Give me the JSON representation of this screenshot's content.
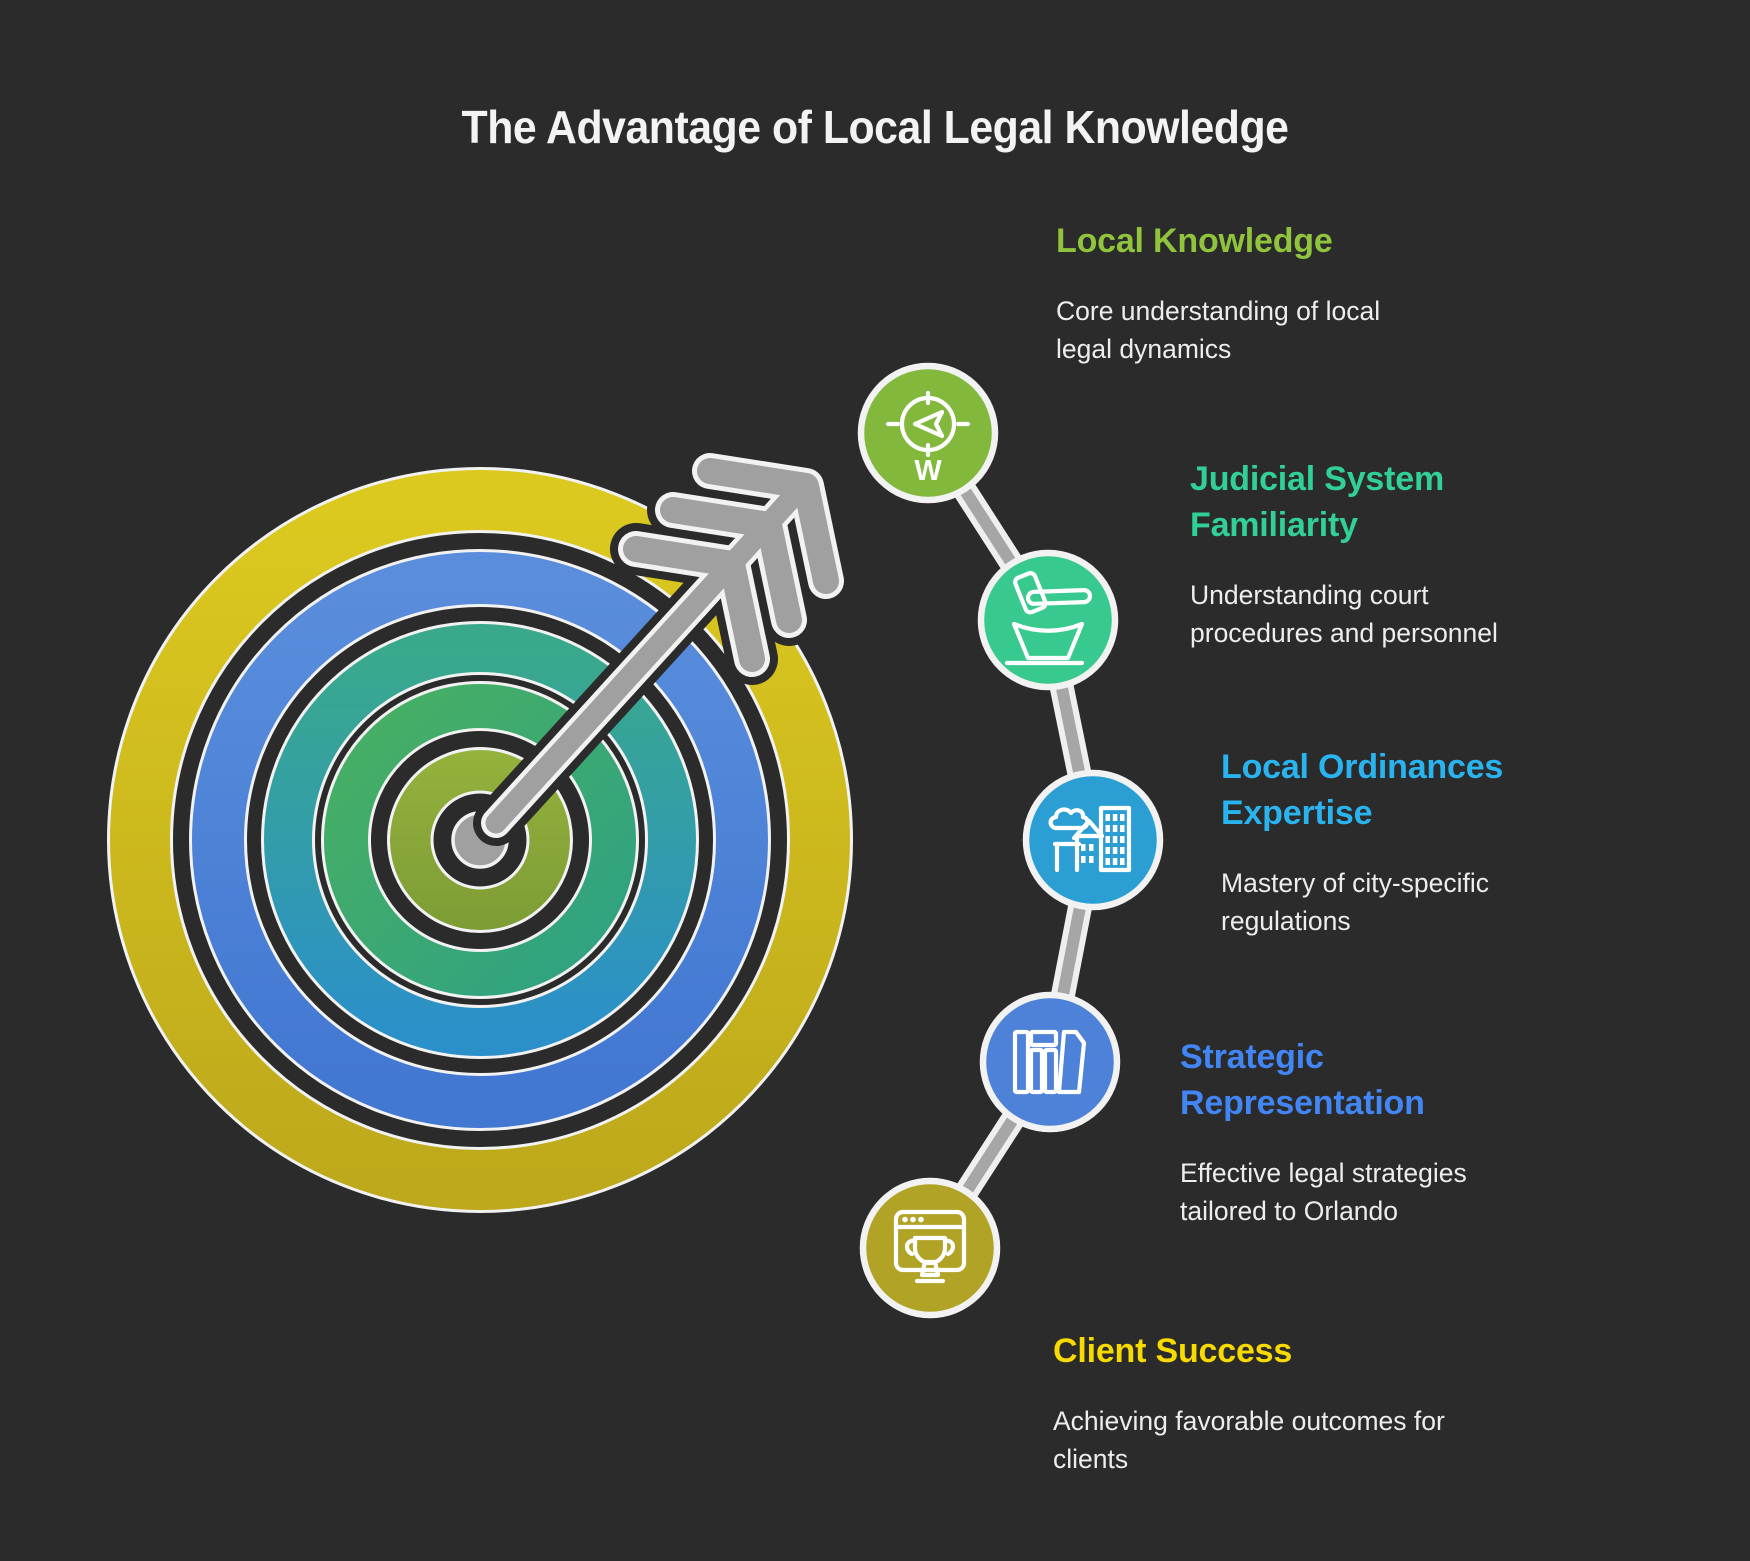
{
  "title": "The Advantage of Local Legal Knowledge",
  "sections": [
    {
      "label": "Local Knowledge",
      "description": "Core understanding of local legal dynamics",
      "accent": "#8fc43c",
      "circle_color": "#82b93d",
      "icon": "compass-icon"
    },
    {
      "label": "Judicial System Familiarity",
      "description": "Understanding court procedures and personnel",
      "accent": "#30d096",
      "circle_color": "#38c98e",
      "icon": "gavel-icon"
    },
    {
      "label": "Local Ordinances Expertise",
      "description": "Mastery of city-specific regulations",
      "accent": "#29b3ef",
      "circle_color": "#2b9fd3",
      "icon": "city-buildings-icon"
    },
    {
      "label": "Strategic Representation",
      "description": "Effective legal strategies tailored to Orlando",
      "accent": "#4285f4",
      "circle_color": "#4d82d8",
      "icon": "law-books-icon"
    },
    {
      "label": "Client Success",
      "description": "Achieving favorable outcomes for clients",
      "accent": "#f6da00",
      "circle_color": "#b1a326",
      "icon": "trophy-browser-icon"
    }
  ],
  "compass_letter": "W",
  "palette": {
    "background": "#2b2b2b",
    "title_color": "#f3f3f3",
    "body_text": "#ededed",
    "connector": "#a6a6a6",
    "arrow": "#a0a0a0",
    "target_rings": [
      "#d9c61f",
      "#4d86d8",
      "#2f9dc4",
      "#3fae6e",
      "#8aa83a"
    ]
  }
}
